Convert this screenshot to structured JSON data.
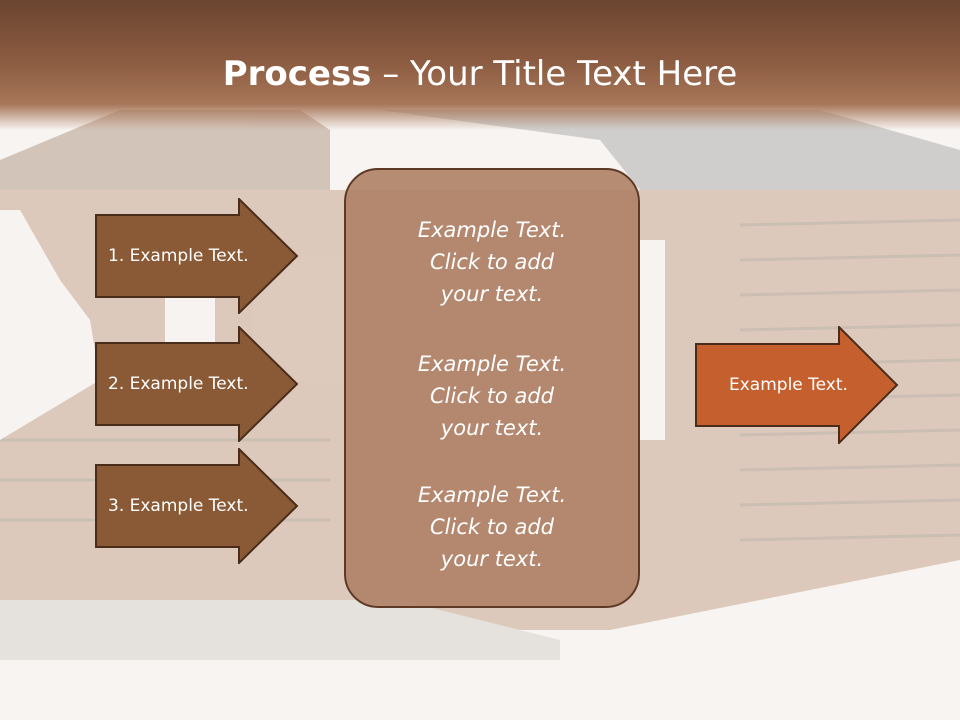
{
  "title": {
    "bold": "Process",
    "rest": " – Your Title Text Here"
  },
  "left_arrows": [
    {
      "label": "1. Example Text."
    },
    {
      "label": "2. Example Text."
    },
    {
      "label": "3. Example Text."
    }
  ],
  "center_box": {
    "paragraphs": [
      "Example Text.\nClick  to add\nyour text.",
      "Example Text.\nClick  to add\nyour text.",
      "Example Text.\nClick  to add\nyour text."
    ]
  },
  "right_arrow": {
    "label": "Example Text."
  },
  "colors": {
    "left_arrow_fill": "#8a5a36",
    "arrow_stroke": "#4a2c1a",
    "right_arrow_fill": "#c5602e",
    "center_fill": "#b08268"
  }
}
